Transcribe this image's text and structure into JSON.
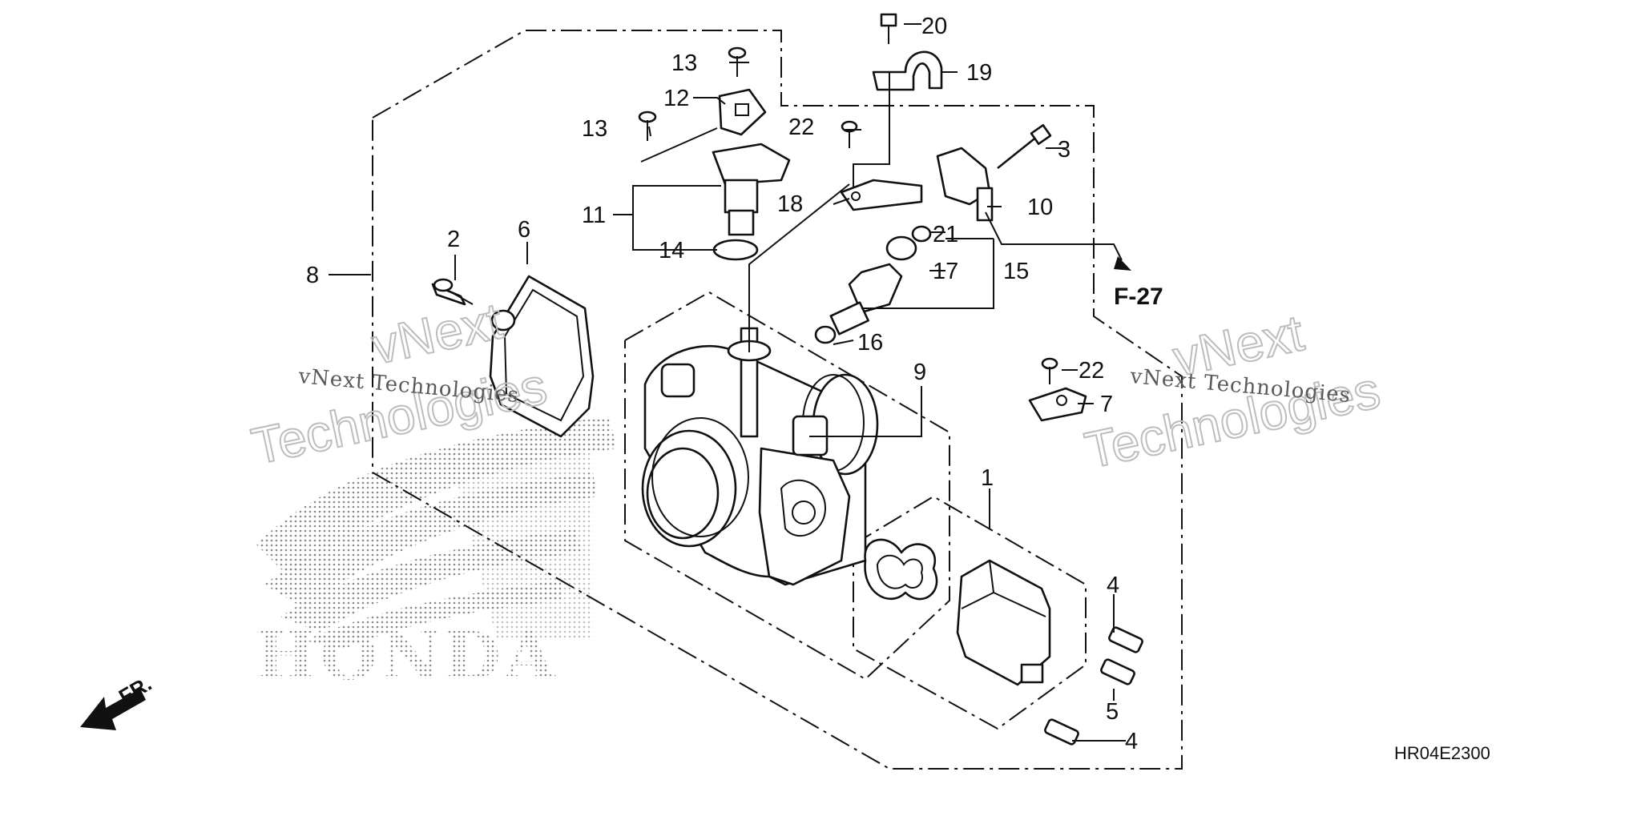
{
  "diagram": {
    "callouts": [
      {
        "id": "c1",
        "label": "1"
      },
      {
        "id": "c2",
        "label": "2"
      },
      {
        "id": "c3",
        "label": "3"
      },
      {
        "id": "c4a",
        "label": "4"
      },
      {
        "id": "c4b",
        "label": "4"
      },
      {
        "id": "c5",
        "label": "5"
      },
      {
        "id": "c6",
        "label": "6"
      },
      {
        "id": "c7",
        "label": "7"
      },
      {
        "id": "c8",
        "label": "8"
      },
      {
        "id": "c9",
        "label": "9"
      },
      {
        "id": "c10",
        "label": "10"
      },
      {
        "id": "c11",
        "label": "11"
      },
      {
        "id": "c12",
        "label": "12"
      },
      {
        "id": "c13a",
        "label": "13"
      },
      {
        "id": "c13b",
        "label": "13"
      },
      {
        "id": "c14",
        "label": "14"
      },
      {
        "id": "c15",
        "label": "15"
      },
      {
        "id": "c16",
        "label": "16"
      },
      {
        "id": "c17",
        "label": "17"
      },
      {
        "id": "c18",
        "label": "18"
      },
      {
        "id": "c19",
        "label": "19"
      },
      {
        "id": "c20",
        "label": "20"
      },
      {
        "id": "c21",
        "label": "21"
      },
      {
        "id": "c22a",
        "label": "22"
      },
      {
        "id": "c22b",
        "label": "22"
      }
    ],
    "reference": "F-27",
    "front_marker": "FR.",
    "drawing_code": "HR04E2300",
    "watermarks": {
      "company": "vNext Technologies",
      "logo_word_1": "vNext",
      "logo_word_2": "Technologies",
      "brand": "HONDA"
    }
  }
}
